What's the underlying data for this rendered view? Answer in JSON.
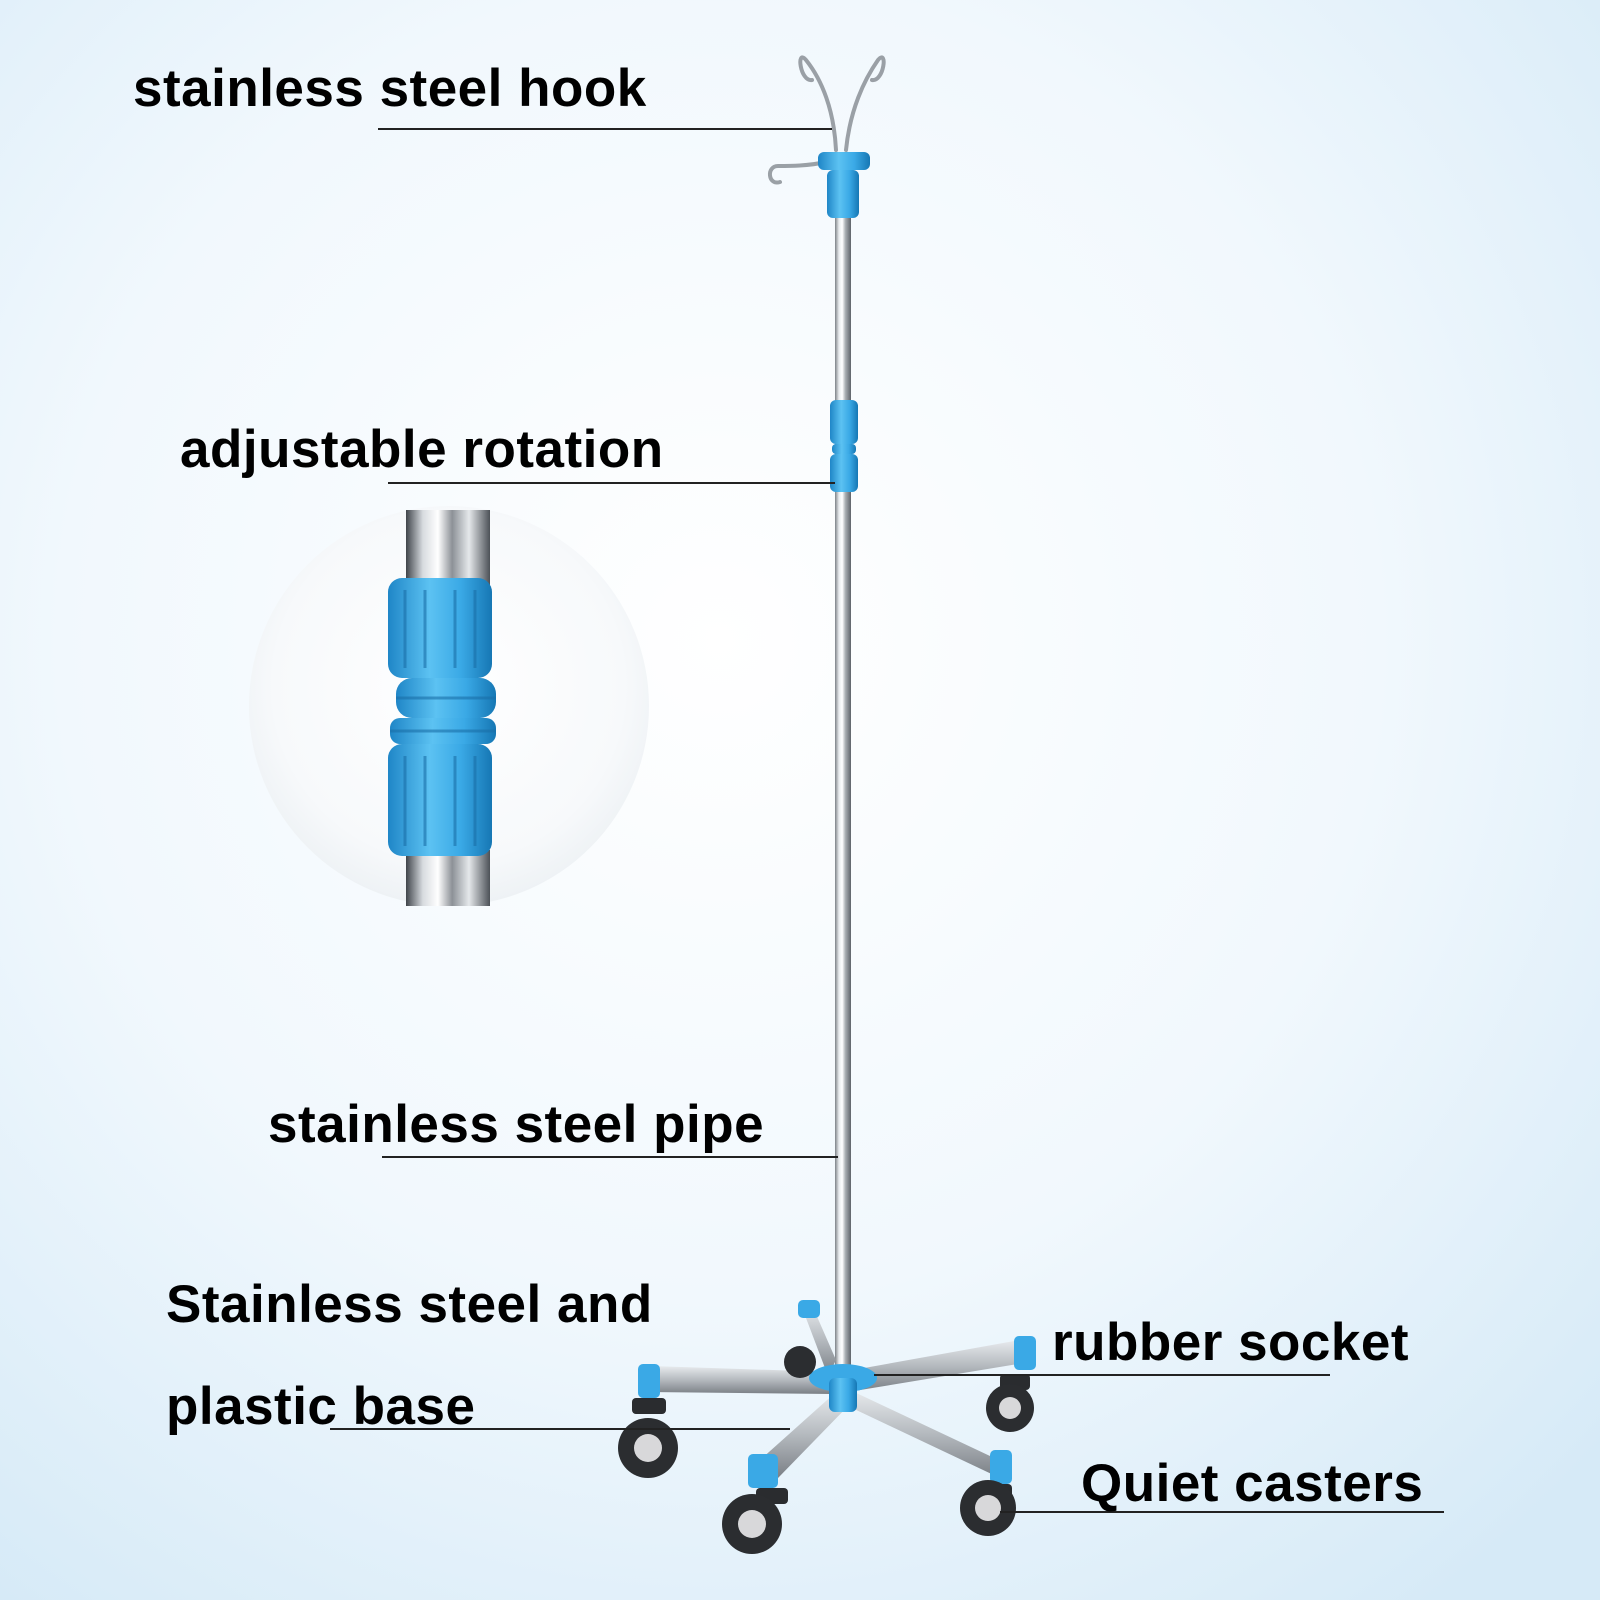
{
  "labels": {
    "hook": "stainless steel hook",
    "rotation": "adjustable rotation",
    "pipe": "stainless steel pipe",
    "base_line1": "Stainless steel and",
    "base_line2": "plastic base",
    "socket": "rubber socket",
    "casters": "Quiet casters"
  },
  "colors": {
    "accent_blue": "#3aa9e6",
    "text": "#000000",
    "background": "#eaf4fb"
  }
}
